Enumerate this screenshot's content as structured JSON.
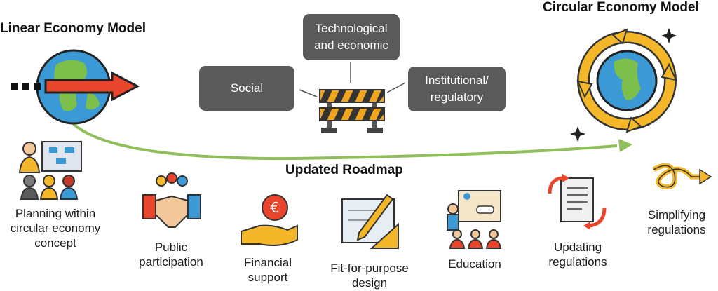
{
  "linear_title": "Linear Economy Model",
  "circular_title": "Circular Economy Model",
  "roadmap_title": "Updated Roadmap",
  "barriers": {
    "technological": "Technological\nand economic",
    "social": "Social",
    "institutional": "Institutional/\nregulatory"
  },
  "actions": {
    "planning": "Planning within\ncircular economy\nconcept",
    "public": "Public\nparticipation",
    "financial": "Financial\nsupport",
    "fit": "Fit-for-purpose\ndesign",
    "education": "Education",
    "updating": "Updating\nregulations",
    "simplifying": "Simplifying\nregulations"
  },
  "colors": {
    "box": "#5a5a5a",
    "roadmap_arrow": "#8fbf5a",
    "globe_ocean": "#3b9ad6",
    "globe_land": "#7cbf4a",
    "ring": "#f4b72a",
    "red_arrow": "#e8452c",
    "barrier_stripe": "#f2a51e"
  }
}
